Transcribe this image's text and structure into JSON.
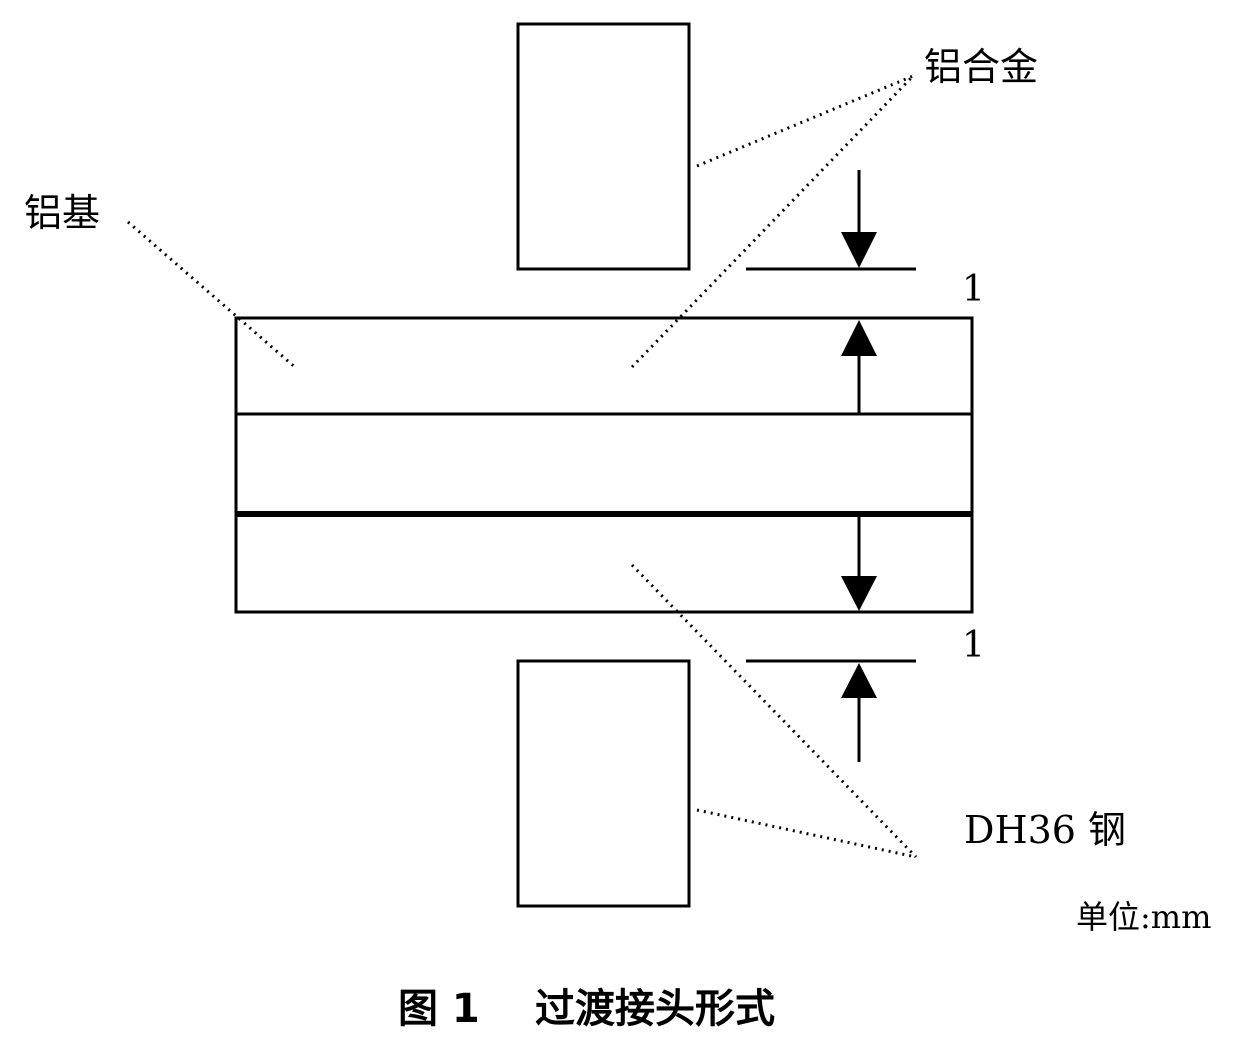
{
  "labels": {
    "aluminum_alloy": "铝合金",
    "aluminum_base": "铝基",
    "steel": "DH36 钢",
    "dimension_top": "1",
    "dimension_bottom": "1",
    "unit": "单位:mm"
  },
  "caption": {
    "figure_number": "图 1",
    "title": "过渡接头形式"
  },
  "colors": {
    "line": "#000000",
    "background": "#ffffff"
  }
}
